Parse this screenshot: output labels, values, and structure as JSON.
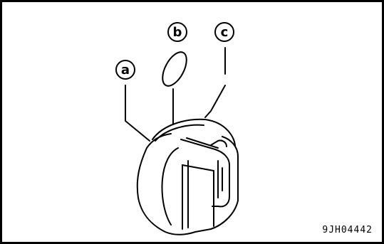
{
  "callouts": {
    "a": "a",
    "b": "b",
    "c": "c"
  },
  "figure_id": "9JH04442"
}
